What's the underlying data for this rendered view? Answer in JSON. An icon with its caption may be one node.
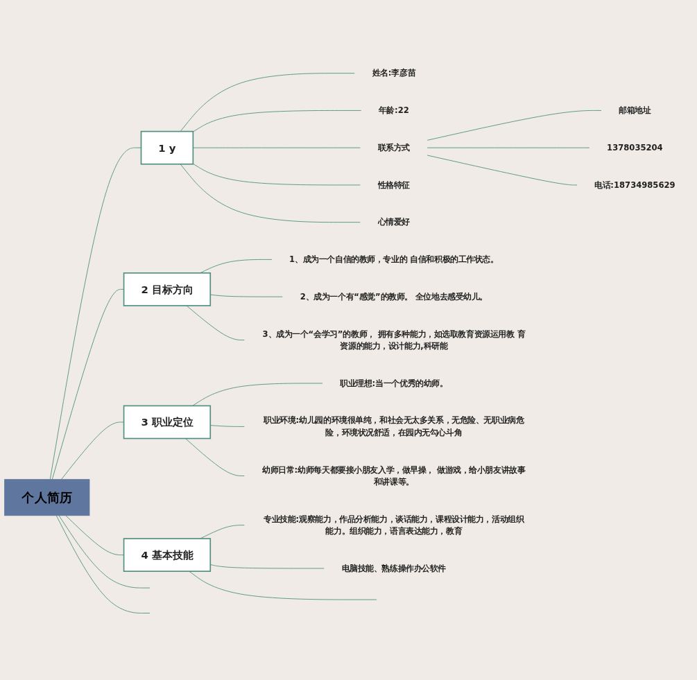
{
  "diagram": {
    "nodes": [
      {
        "text": [
          "个人简历"
        ]
      },
      {
        "text": [
          "1 y"
        ]
      },
      {
        "text": [
          "姓名:李彦苗"
        ]
      },
      {
        "text": [
          "年龄:22"
        ]
      },
      {
        "text": [
          "联系方式"
        ]
      },
      {
        "text": [
          "邮箱地址"
        ]
      },
      {
        "text": [
          "1378035204"
        ]
      },
      {
        "text": [
          "电话:18734985629"
        ]
      },
      {
        "text": [
          "性格特征"
        ]
      },
      {
        "text": [
          "心情爱好"
        ]
      },
      {
        "text": [
          "2 目标方向"
        ]
      },
      {
        "text": [
          "1、成为一个自信的教师，专业的 自信和积极的工作状态。"
        ]
      },
      {
        "text": [
          "2、成为一个有“感觉”的教师。 全位地去感受幼儿。"
        ]
      },
      {
        "text": [
          "3、成为一个“会学习”的教师， 拥有多种能力，如选取教育资源运用教 育资源的能力，设计能力,科研能"
        ]
      },
      {
        "text": [
          "3 职业定位"
        ]
      },
      {
        "text": [
          "职业理想:当一个优秀的幼师。"
        ]
      },
      {
        "text": [
          "职业环境:幼儿园的环境很单纯，和社会无太多关系，无危险、无职业病危险，环境状况舒适，在园内无勾心斗角"
        ]
      },
      {
        "text": [
          "幼师日常:幼师每天都要接小朋友入学，做早操， 做游戏，给小朋友讲故事和讲课等。"
        ]
      },
      {
        "text": [
          "4 基本技能"
        ]
      },
      {
        "text": [
          "专业技能:观察能力，作品分析能力，谈话能力，课程设计能力，活动组织能力。组织能力，语言表达能力，教育"
        ]
      },
      {
        "text": [
          "电脑技能、熟练操作办公软件"
        ]
      }
    ],
    "edges": [
      {
        "from": 0,
        "to": 1,
        "arrow": "none"
      },
      {
        "from": 0,
        "to": 10,
        "arrow": "none"
      },
      {
        "from": 0,
        "to": 14,
        "arrow": "none"
      },
      {
        "from": 0,
        "to": 18,
        "arrow": "none"
      },
      {
        "from": 0,
        "to": null,
        "arrow": "none"
      },
      {
        "from": 0,
        "to": null,
        "arrow": "none"
      },
      {
        "from": 1,
        "to": 2,
        "arrow": "none"
      },
      {
        "from": 1,
        "to": 3,
        "arrow": "none"
      },
      {
        "from": 1,
        "to": 4,
        "arrow": "none"
      },
      {
        "from": 1,
        "to": 8,
        "arrow": "none"
      },
      {
        "from": 1,
        "to": 9,
        "arrow": "none"
      },
      {
        "from": 4,
        "to": 5,
        "arrow": "none"
      },
      {
        "from": 4,
        "to": 6,
        "arrow": "none"
      },
      {
        "from": 4,
        "to": 7,
        "arrow": "none"
      },
      {
        "from": 10,
        "to": 11,
        "arrow": "none"
      },
      {
        "from": 10,
        "to": 12,
        "arrow": "none"
      },
      {
        "from": 10,
        "to": 13,
        "arrow": "none"
      },
      {
        "from": 14,
        "to": 15,
        "arrow": "none"
      },
      {
        "from": 14,
        "to": 16,
        "arrow": "none"
      },
      {
        "from": 14,
        "to": 17,
        "arrow": "none"
      },
      {
        "from": 18,
        "to": 19,
        "arrow": "none"
      },
      {
        "from": 18,
        "to": 20,
        "arrow": "none"
      },
      {
        "from": 18,
        "to": null,
        "arrow": "none"
      }
    ]
  }
}
